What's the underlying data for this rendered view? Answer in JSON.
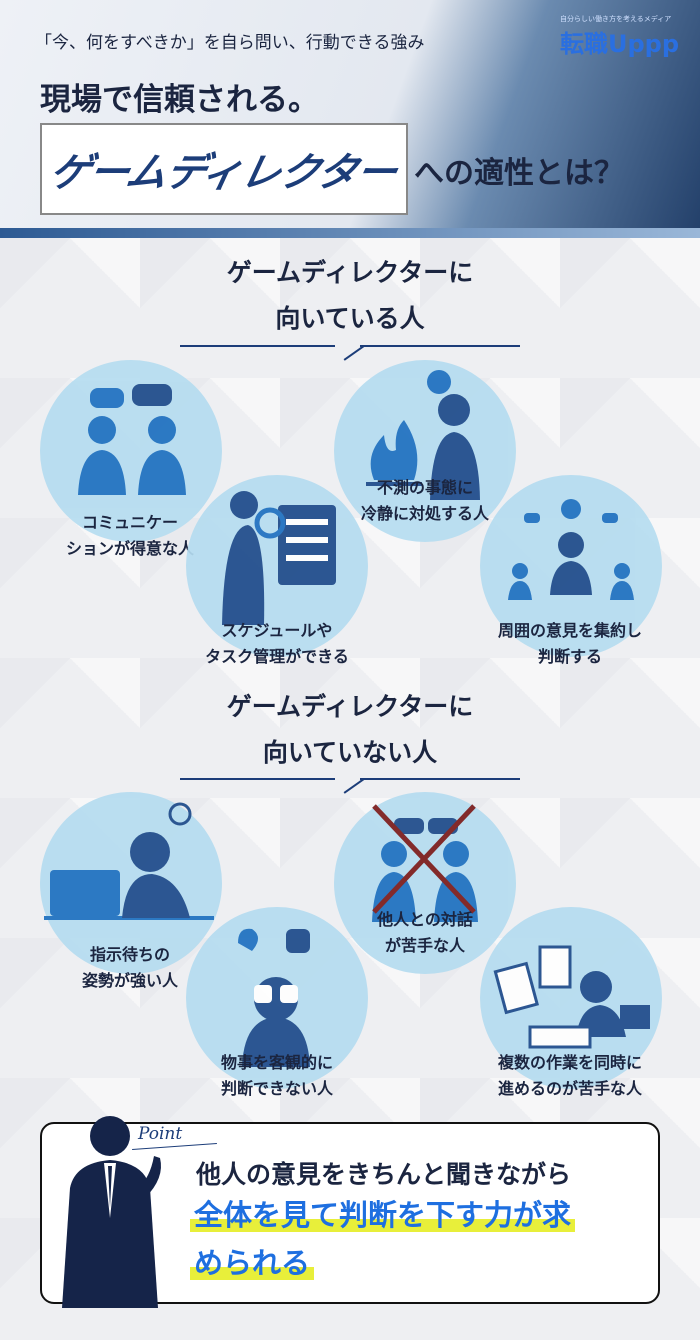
{
  "header": {
    "tagline": "「今、何をすべきか」を自ら問い、行動できる強み",
    "title_line1": "現場で信頼される。",
    "title_boxed": "ゲームディレクター",
    "title_suffix": "への適性とは？",
    "logo_sub": "自分らしい働き方を考えるメディア",
    "logo_main": "転職Uppp"
  },
  "suited": {
    "heading_line1": "ゲームディレクターに",
    "heading_line2": "向いている人",
    "items": [
      {
        "label": "コミュニケー\nションが得意な人",
        "icon": "people-talking-icon"
      },
      {
        "label": "不測の事態に\n冷静に対処する人",
        "icon": "fire-calm-person-icon"
      },
      {
        "label": "スケジュールや\nタスク管理ができる",
        "icon": "checklist-icon"
      },
      {
        "label": "周囲の意見を集約し\n判断する",
        "icon": "team-opinions-icon"
      }
    ]
  },
  "unsuited": {
    "heading_line1": "ゲームディレクターに",
    "heading_line2": "向いていない人",
    "items": [
      {
        "label": "指示待ちの\n姿勢が強い人",
        "icon": "waiting-at-laptop-icon"
      },
      {
        "label": "他人との対話\nが苦手な人",
        "icon": "no-conversation-icon"
      },
      {
        "label": "物事を客観的に\n判断できない人",
        "icon": "binoculars-icon"
      },
      {
        "label": "複数の作業を同時に\n進めるのが苦手な人",
        "icon": "overwhelmed-paperwork-icon"
      }
    ]
  },
  "point": {
    "label": "Point",
    "line1": "他人の意見をきちんと聞きながら",
    "line2": "全体を見て判断を下す力が求",
    "line3": "められる"
  },
  "colors": {
    "navy": "#1b2540",
    "accent": "#1e6fe0",
    "circle": "#b5dcf0",
    "highlight": "#e8ef3a"
  }
}
